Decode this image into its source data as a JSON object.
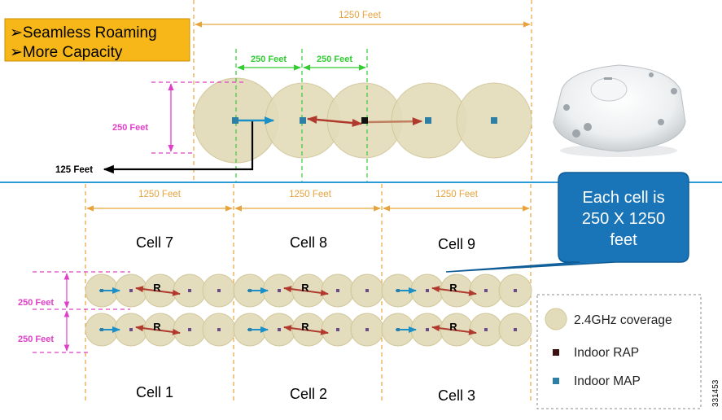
{
  "features_box": {
    "items": [
      "➢Seamless Roaming",
      "➢More Capacity"
    ]
  },
  "top_diagram": {
    "width_label": "1250 Feet",
    "spacing_labels": [
      "250 Feet",
      "250 Feet"
    ],
    "height_label": "250 Feet",
    "offset_label": "125 Feet"
  },
  "cells": {
    "width_labels": [
      "1250 Feet",
      "1250 Feet",
      "1250 Feet"
    ],
    "top_row": [
      "Cell 7",
      "Cell 8",
      "Cell 9"
    ],
    "bottom_row": [
      "Cell 1",
      "Cell 2",
      "Cell 3"
    ],
    "height_labels": [
      "250 Feet",
      "250 Feet"
    ],
    "rap_marker": "R"
  },
  "callout": {
    "lines": [
      "Each cell is",
      "250 X 1250",
      "feet"
    ]
  },
  "legend": {
    "items": [
      {
        "symbol": "circle",
        "label": "2.4GHz coverage"
      },
      {
        "symbol": "rap",
        "label": "Indoor RAP"
      },
      {
        "symbol": "map",
        "label": "Indoor MAP"
      }
    ]
  },
  "figure_id": "331453",
  "colors": {
    "coverage_fill": "#e3dcba",
    "coverage_stroke": "#cfc596",
    "dimension_orange": "#e8a33c",
    "dimension_green": "#33cc33",
    "dimension_magenta": "#e040c8",
    "map_blue": "#2e7fa6",
    "rap_dark": "#3a1010",
    "arrow_red": "#b03a2e",
    "arrow_blue": "#1a8fc8",
    "callout_fill": "#1a74b8",
    "divider": "#2a9ad8",
    "feature_box_fill": "#f7b719"
  }
}
